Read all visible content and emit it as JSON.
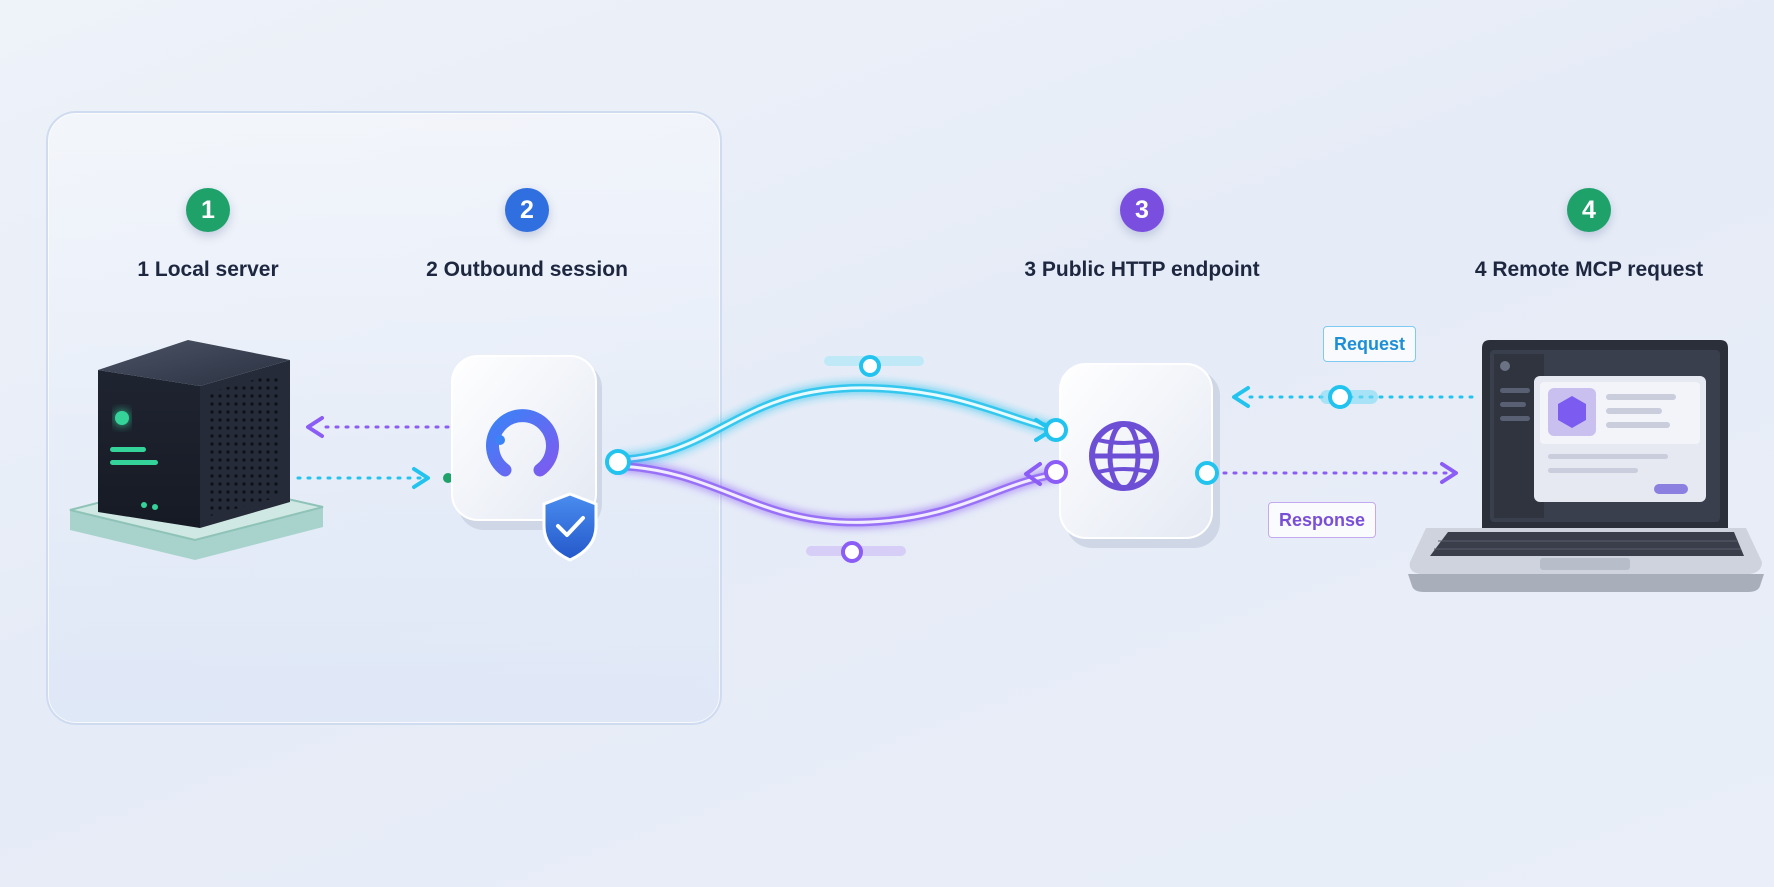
{
  "steps": [
    {
      "number": "1",
      "label": "1 Local server",
      "color": "#1fa26a"
    },
    {
      "number": "2",
      "label": "2 Outbound session",
      "color": "#2f6fe0"
    },
    {
      "number": "3",
      "label": "3  Public HTTP endpoint",
      "color": "#7a4fe0"
    },
    {
      "number": "4",
      "label": "4 Remote MCP request",
      "color": "#1fa26a"
    }
  ],
  "tags": {
    "request": "Request",
    "response": "Response"
  },
  "icons": {
    "server": "server-icon",
    "tunnel": "tunnel-client-icon",
    "shield": "shield-check-icon",
    "globe": "globe-icon",
    "laptop": "laptop-icon"
  },
  "colors": {
    "request_flow": "#22c3ee",
    "response_flow": "#8b5cf6"
  }
}
